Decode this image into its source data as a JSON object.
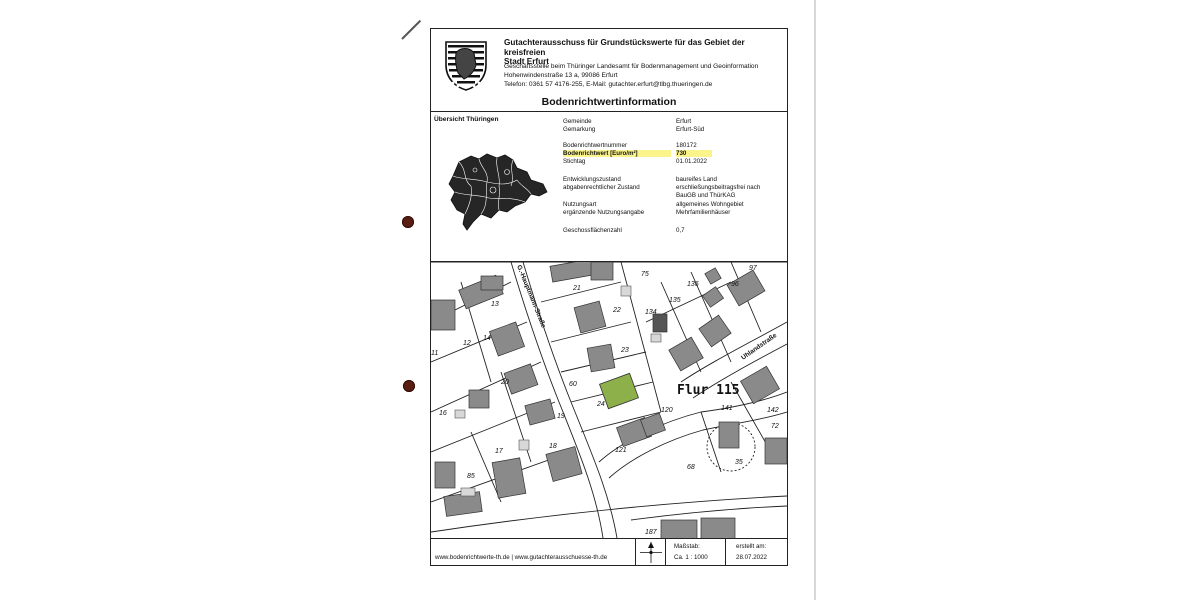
{
  "header": {
    "committee_line1": "Gutachterausschuss für Grundstückswerte für das Gebiet der kreisfreien",
    "committee_line2": "Stadt Erfurt",
    "office_line1": "Geschäftsstelle beim Thüringer Landesamt für Bodenmanagement und Geoinformation",
    "office_line2": "Hohenwindenstraße 13 a, 99086 Erfurt",
    "office_line3": "Telefon: 0361 57 4176-255, E-Mail: gutachter.erfurt@tlbg.thueringen.de",
    "document_title": "Bodenrichtwertinformation"
  },
  "overview_label": "Übersicht Thüringen",
  "info_rows": [
    {
      "label": "Gemeinde",
      "value": "Erfurt",
      "highlight": false
    },
    {
      "label": "Gemarkung",
      "value": "Erfurt-Süd",
      "highlight": false
    },
    {
      "label": "Bodenrichtwertnummer",
      "value": "180172",
      "highlight": false
    },
    {
      "label": "Bodenrichtwert [Euro/m²]",
      "value": "730",
      "highlight": true
    },
    {
      "label": "Stichtag",
      "value": "01.01.2022",
      "highlight": false
    },
    {
      "label": "Entwicklungszustand",
      "value": "baureifes Land",
      "highlight": false
    },
    {
      "label": "abgabenrechtlicher Zustand",
      "value": "erschließungsbeitragsfrei nach",
      "highlight": false
    },
    {
      "label": "",
      "value": "BauGB und ThürKAG",
      "highlight": false
    },
    {
      "label": "Nutzungsart",
      "value": "allgemeines Wohngebiet",
      "highlight": false
    },
    {
      "label": "ergänzende Nutzungsangabe",
      "value": "Mehrfamilienhäuser",
      "highlight": false
    },
    {
      "label": "Geschossflächenzahl",
      "value": "0,7",
      "highlight": false
    }
  ],
  "map": {
    "flur_label": "Flur 115",
    "street_1": "G.-Hauptmann-Straße",
    "street_2": "Uhlandstraße",
    "parcels": [
      "21",
      "13",
      "22",
      "14",
      "12",
      "11",
      "23",
      "20",
      "60",
      "24",
      "19",
      "16",
      "18",
      "17",
      "85",
      "121",
      "120",
      "68",
      "35",
      "75",
      "136",
      "96",
      "97",
      "135",
      "134",
      "141",
      "142",
      "72",
      "187"
    ]
  },
  "footer": {
    "urls": "www.bodenrichtwerte-th.de | www.gutachterausschuesse-th.de",
    "scale_label": "Maßstab:",
    "scale_value": "Ca. 1 : 1000",
    "created_label": "erstellt am:",
    "created_value": "28.07.2022"
  },
  "colors": {
    "highlight": "#fbf48a",
    "building": "#8a8a8a",
    "target_building": "#8db04a",
    "hole": "#5a1d12"
  }
}
